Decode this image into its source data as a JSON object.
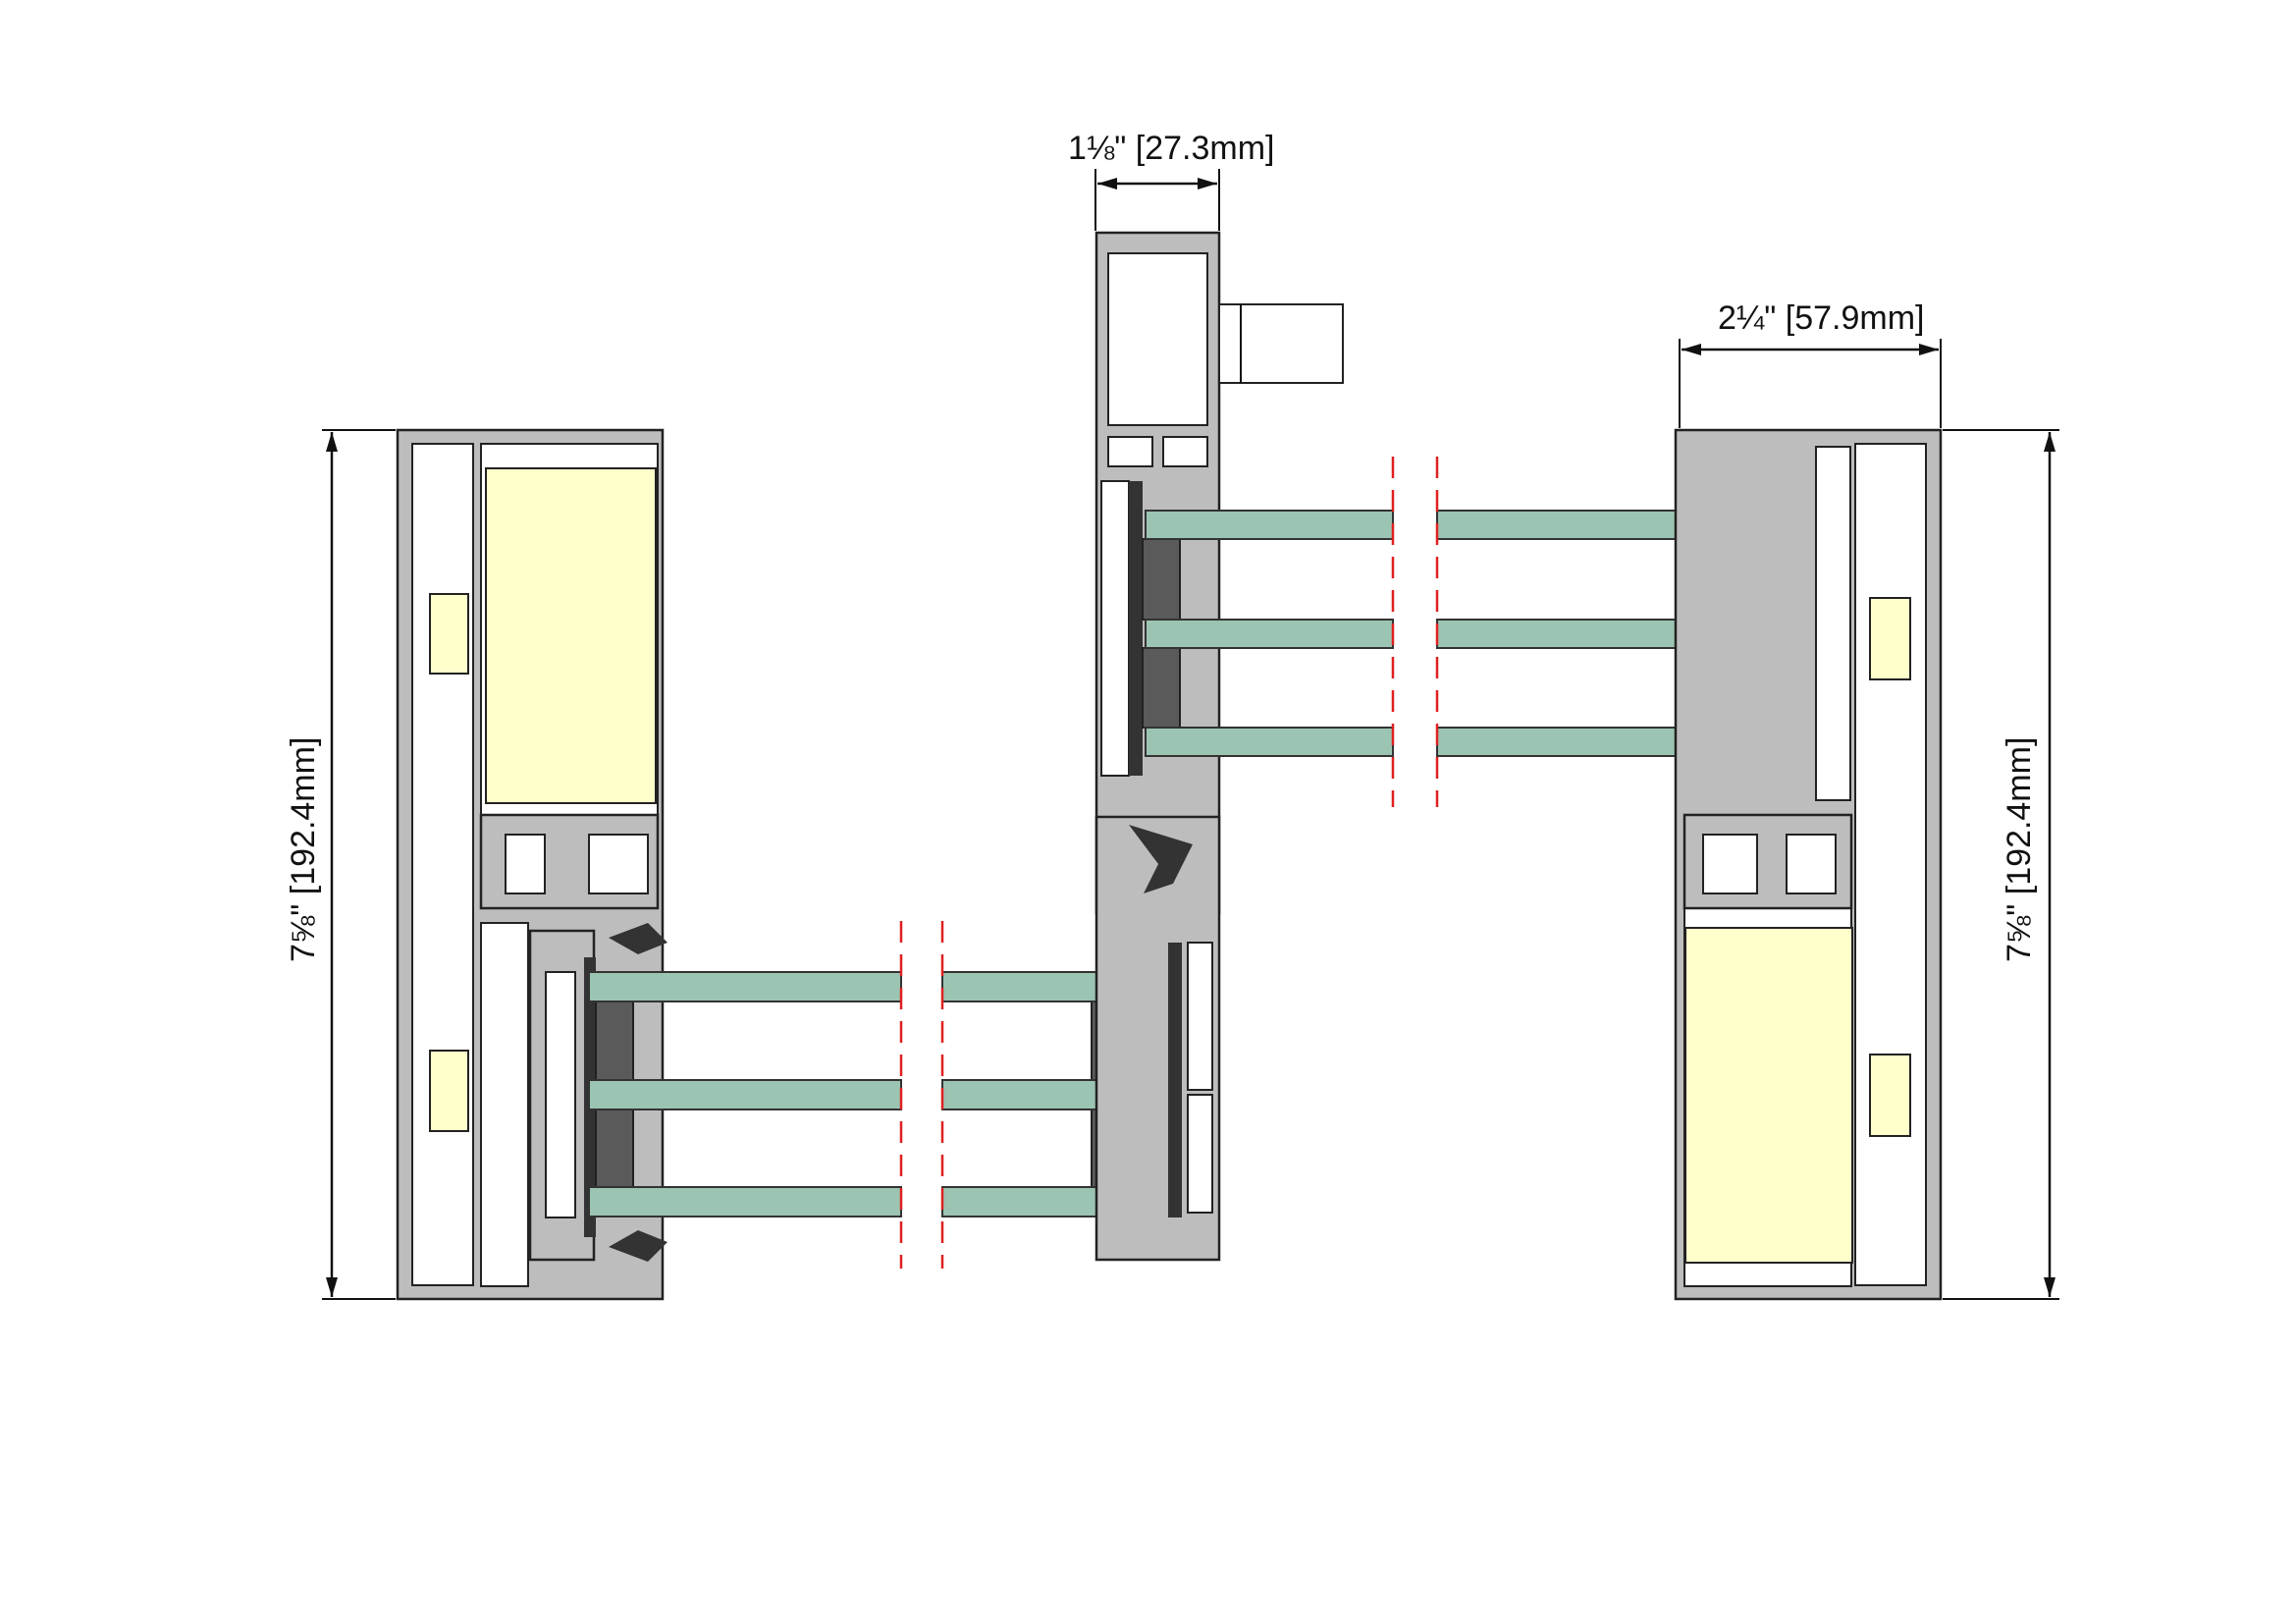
{
  "drawing": {
    "dimensions": {
      "interlock_width": "1⅛\" [27.3mm]",
      "frame_depth": "2¼\" [57.9mm]",
      "frame_height_left": "7⅝\" [192.4mm]",
      "frame_height_right": "7⅝\" [192.4mm]"
    },
    "colors": {
      "aluminum": "#bdbdbd",
      "insulation": "#ffffcc",
      "glass": "#9cc4b2",
      "spacer": "#5a5a5a",
      "break_line": "#e02020"
    }
  }
}
